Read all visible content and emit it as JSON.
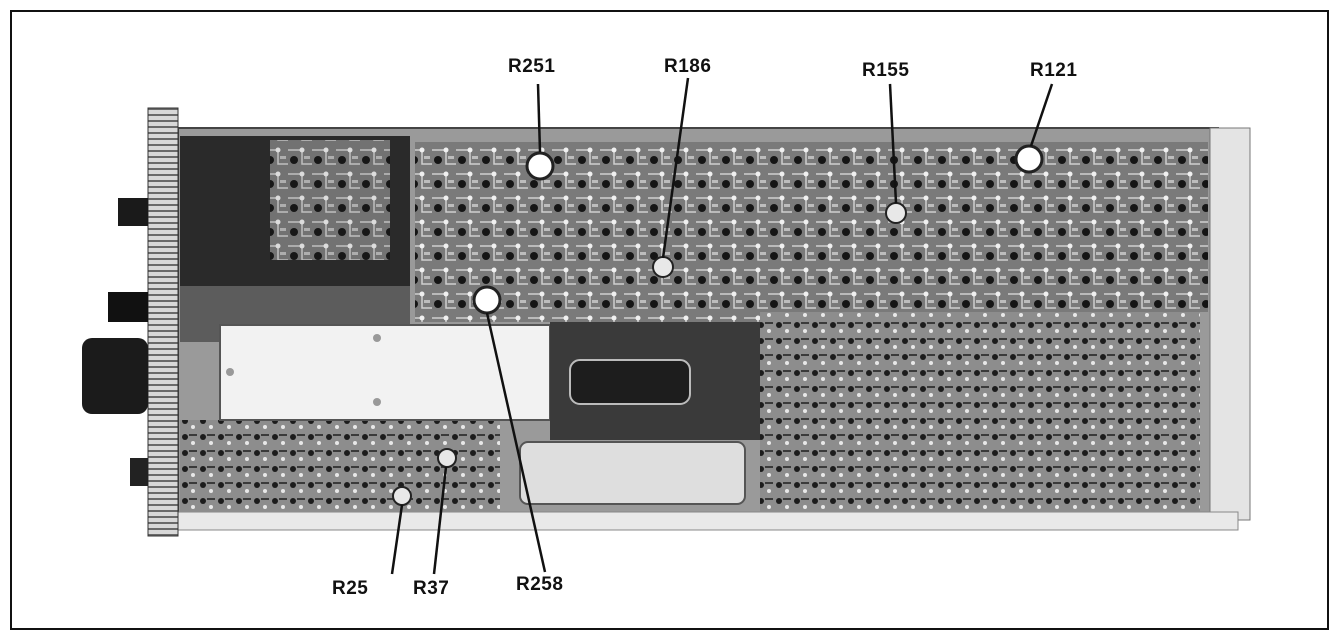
{
  "labels": {
    "r251": "R251",
    "r186": "R186",
    "r155": "R155",
    "r121": "R121",
    "r25": "R25",
    "r37": "R37",
    "r258": "R258"
  }
}
